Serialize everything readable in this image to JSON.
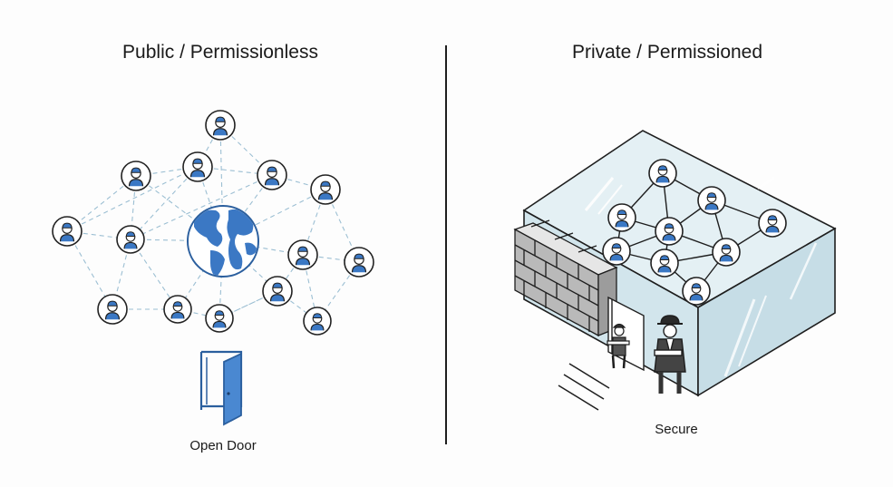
{
  "left": {
    "title": "Public / Permissionless",
    "caption": "Open Door"
  },
  "right": {
    "title": "Private / Permissioned",
    "caption": "Secure"
  },
  "icons": {
    "globe": "globe-icon",
    "door": "open-door-icon",
    "wall": "brick-wall-icon",
    "guard": "security-guard-icon",
    "user": "user-node-icon"
  },
  "colors": {
    "accent": "#3b78c4",
    "edge_public": "#9cbfd3",
    "ink": "#1e1e1e",
    "glass": "#d6e8ef"
  }
}
